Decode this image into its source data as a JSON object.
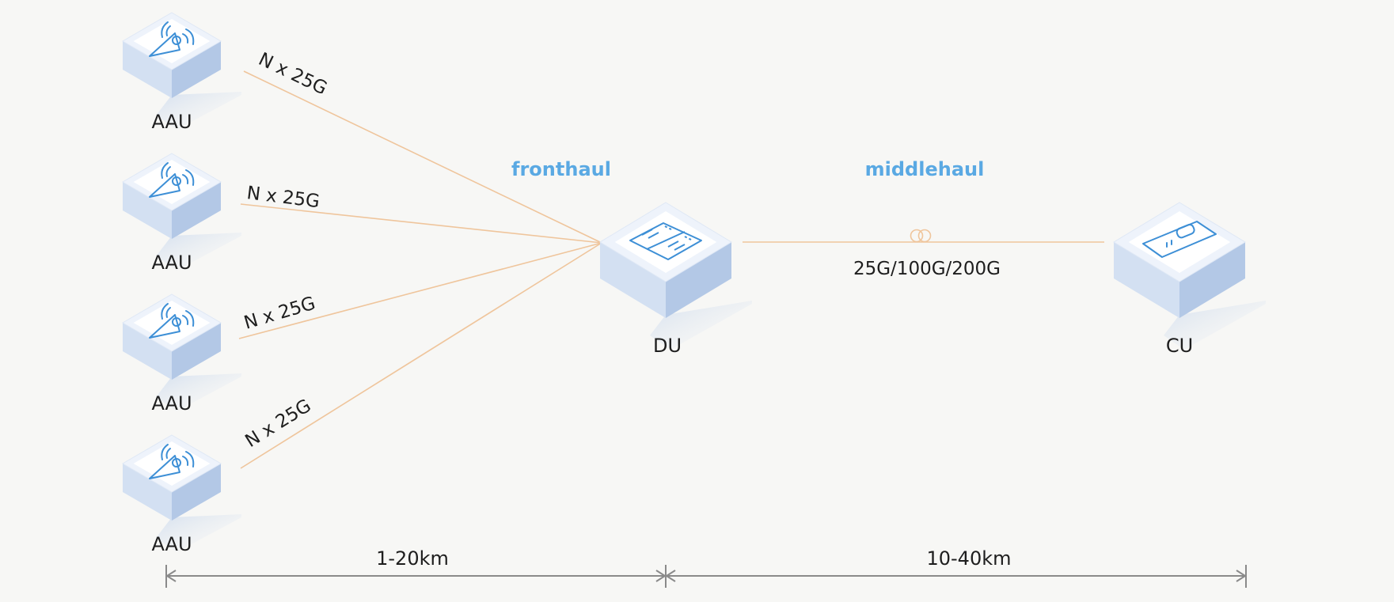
{
  "colors": {
    "background": "#f7f7f5",
    "link": "#efc59c",
    "section_label": "#5aa9e3",
    "icon_stroke": "#3d8fd6",
    "box_top": "#eef3fb",
    "box_left": "#d3e0f2",
    "box_right": "#b3c8e6",
    "dimension": "#8a8a8a"
  },
  "nodes": {
    "aau": [
      {
        "label": "AAU",
        "icon": "antenna-icon"
      },
      {
        "label": "AAU",
        "icon": "antenna-icon"
      },
      {
        "label": "AAU",
        "icon": "antenna-icon"
      },
      {
        "label": "AAU",
        "icon": "antenna-icon"
      }
    ],
    "du": {
      "label": "DU",
      "icon": "server-rack-icon"
    },
    "cu": {
      "label": "CU",
      "icon": "router-icon"
    }
  },
  "links": {
    "fronthaul": [
      {
        "label": "N x 25G"
      },
      {
        "label": "N x 25G"
      },
      {
        "label": "N x 25G"
      },
      {
        "label": "N x 25G"
      }
    ],
    "middlehaul": {
      "label": "25G/100G/200G",
      "icon": "fiber-coil-icon"
    }
  },
  "sections": {
    "fronthaul": "fronthaul",
    "middlehaul": "middlehaul"
  },
  "distances": {
    "left": "1-20km",
    "right": "10-40km"
  }
}
